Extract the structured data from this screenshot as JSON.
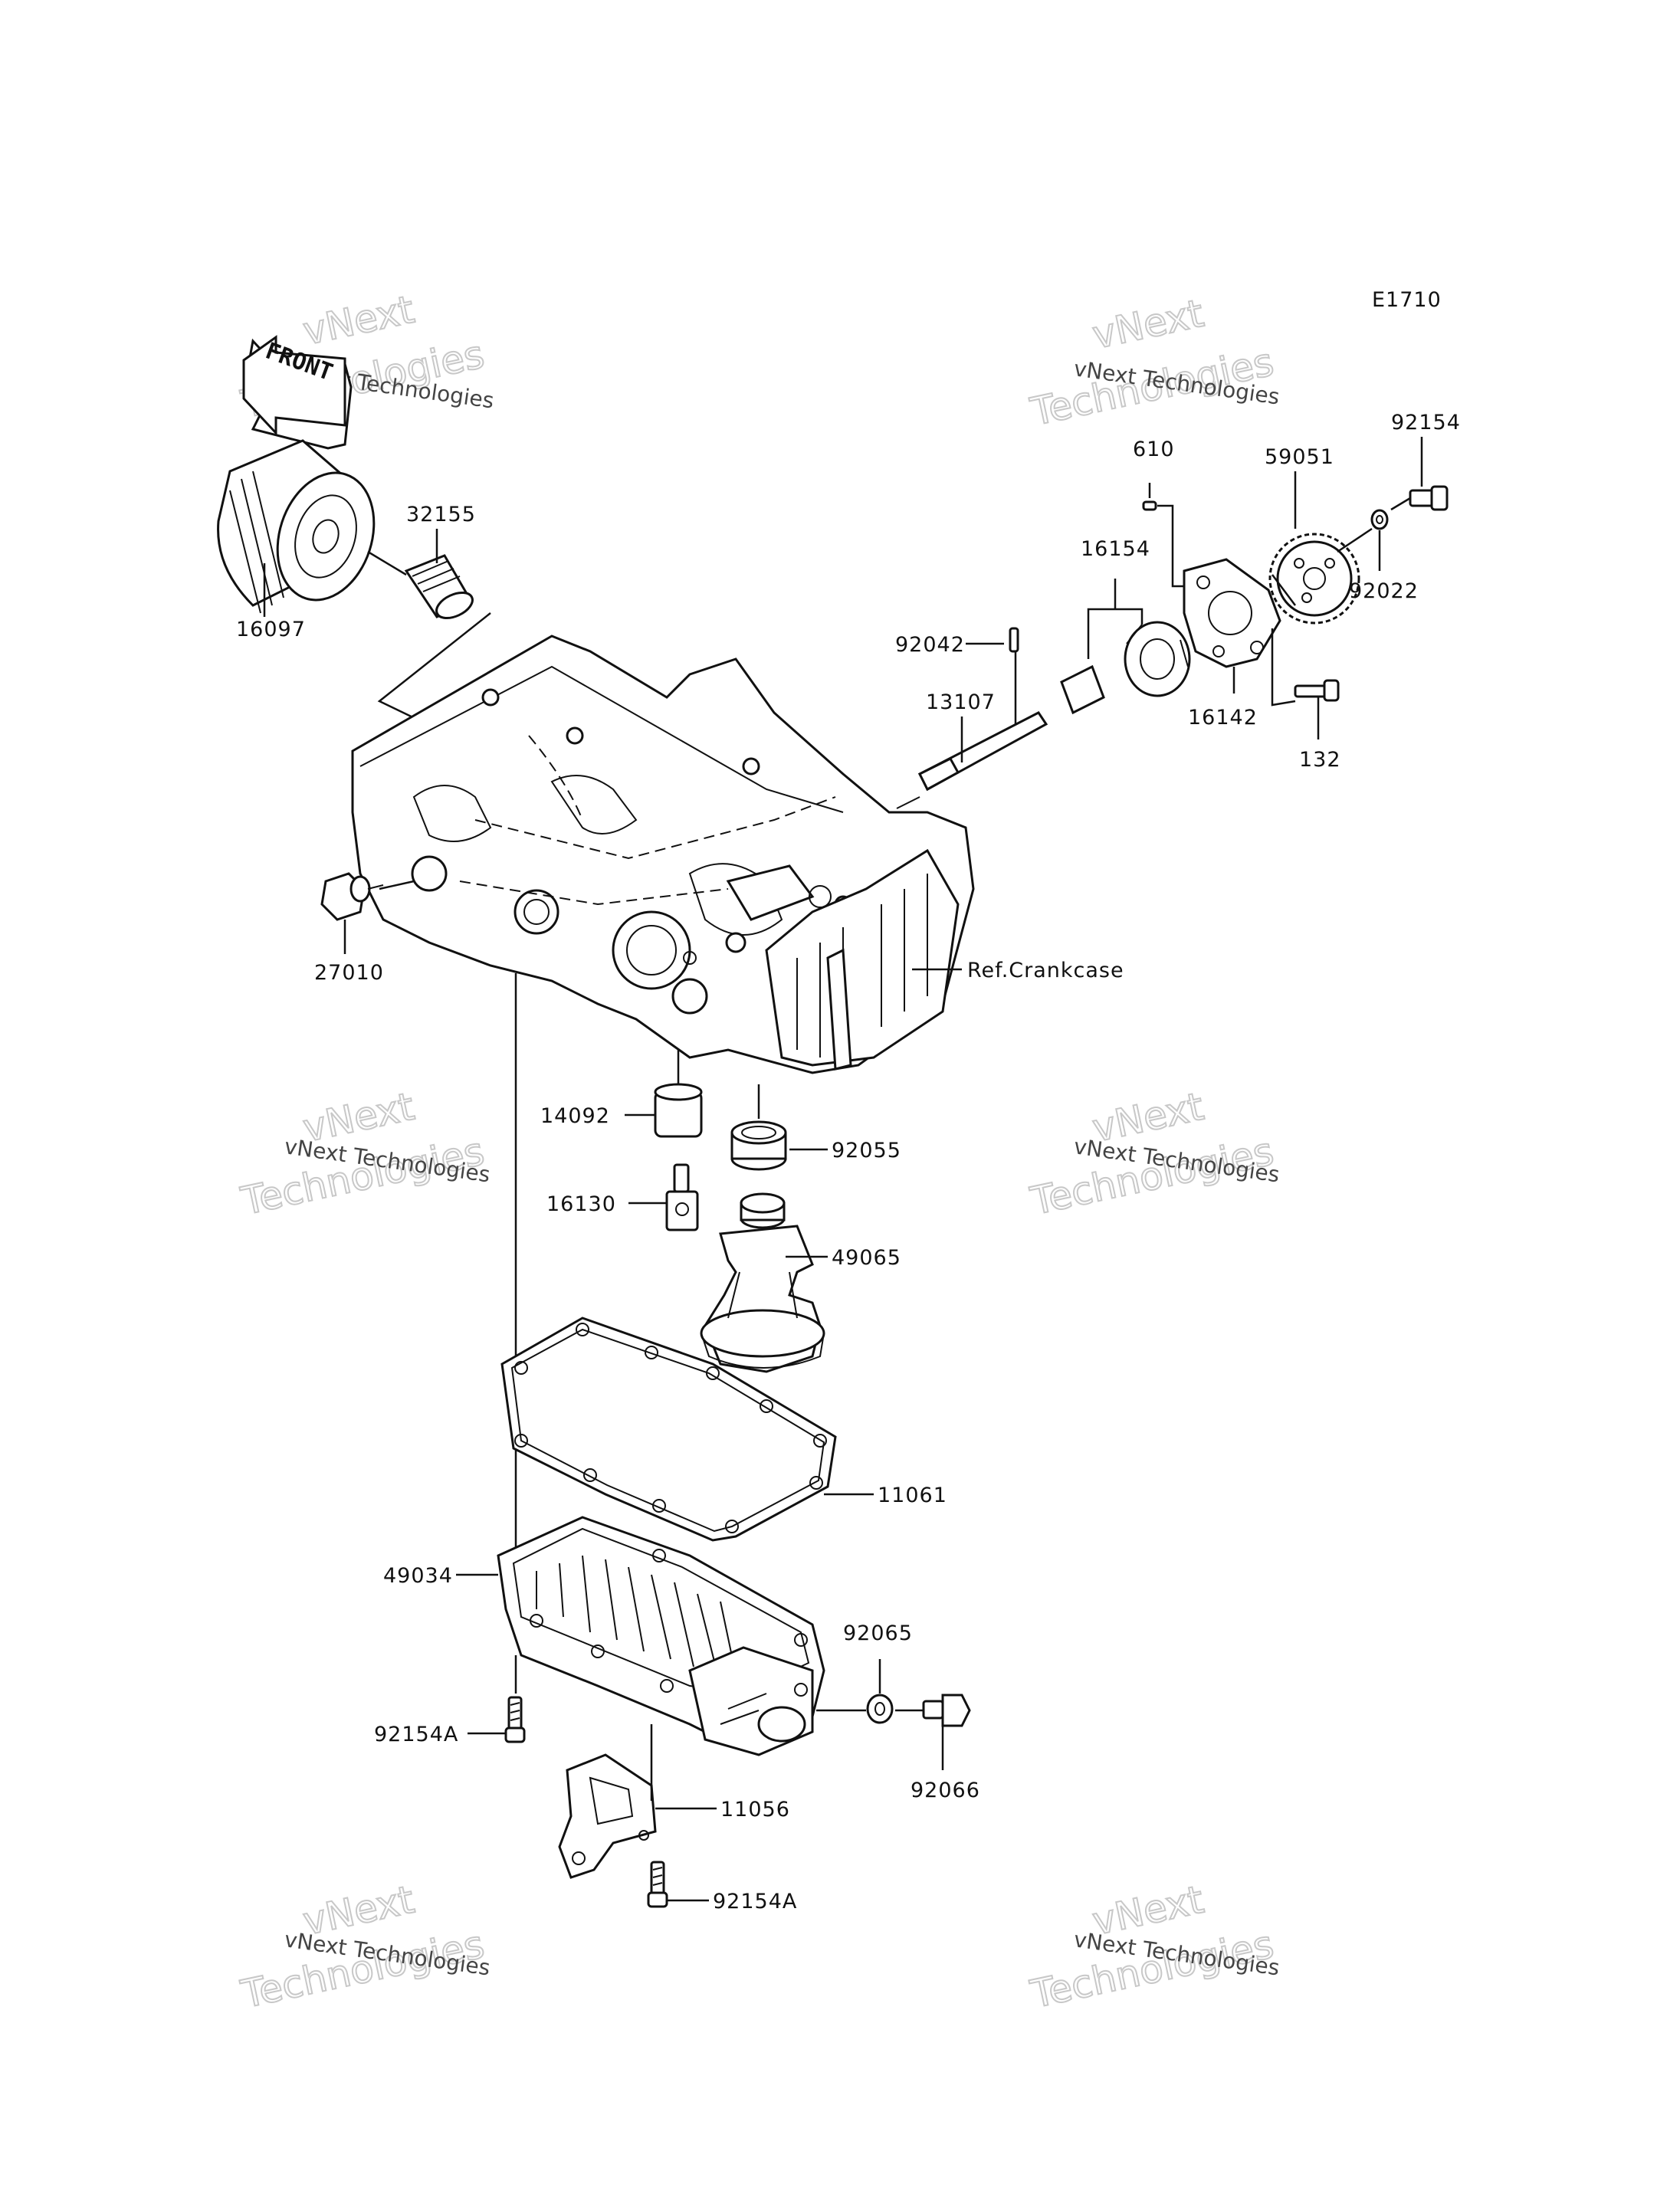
{
  "diagram": {
    "code": "E1710",
    "front_label": "FRONT",
    "ref_label": "Ref.Crankcase",
    "watermark": {
      "line1": "vNext Technologies",
      "line2": "vNext",
      "line3": "Technologies"
    },
    "parts": {
      "p16097": "16097",
      "p32155": "32155",
      "p27010": "27010",
      "p92042": "92042",
      "p13107": "13107",
      "p16154": "16154",
      "p610": "610",
      "p59051": "59051",
      "p92154": "92154",
      "p92022": "92022",
      "p16142": "16142",
      "p132": "132",
      "p14092": "14092",
      "p92055": "92055",
      "p16130": "16130",
      "p49065": "49065",
      "p11061": "11061",
      "p49034": "49034",
      "p92065": "92065",
      "p92066": "92066",
      "p92154A_1": "92154A",
      "p11056": "11056",
      "p92154A_2": "92154A"
    }
  }
}
